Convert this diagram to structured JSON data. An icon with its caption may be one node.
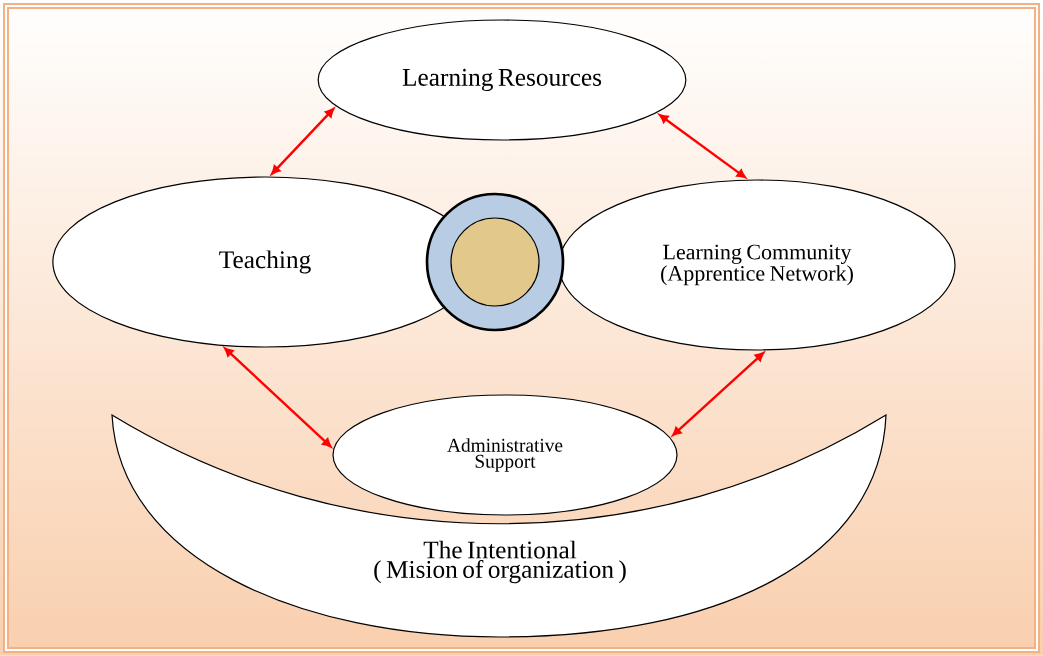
{
  "diagram": {
    "nodes": [
      {
        "text": [
          "Learning Resources"
        ]
      },
      {
        "text": [
          "Teaching"
        ]
      },
      {
        "text": [],
        "shape": "circle"
      },
      {
        "text": [],
        "shape": "circle",
        "in": 2
      },
      {
        "text": [
          "Learning Community (Apprentice Network)"
        ]
      },
      {
        "text": [
          "Administrative Support"
        ]
      },
      {
        "text": [
          "The Intentional",
          "( Mision of organization )"
        ]
      }
    ],
    "edges": [
      {
        "from": 0,
        "to": 1,
        "arrow": "both"
      },
      {
        "from": 0,
        "to": 4,
        "arrow": "both"
      },
      {
        "from": 1,
        "to": 5,
        "arrow": "both"
      },
      {
        "from": 4,
        "to": 5,
        "arrow": "both"
      }
    ]
  }
}
